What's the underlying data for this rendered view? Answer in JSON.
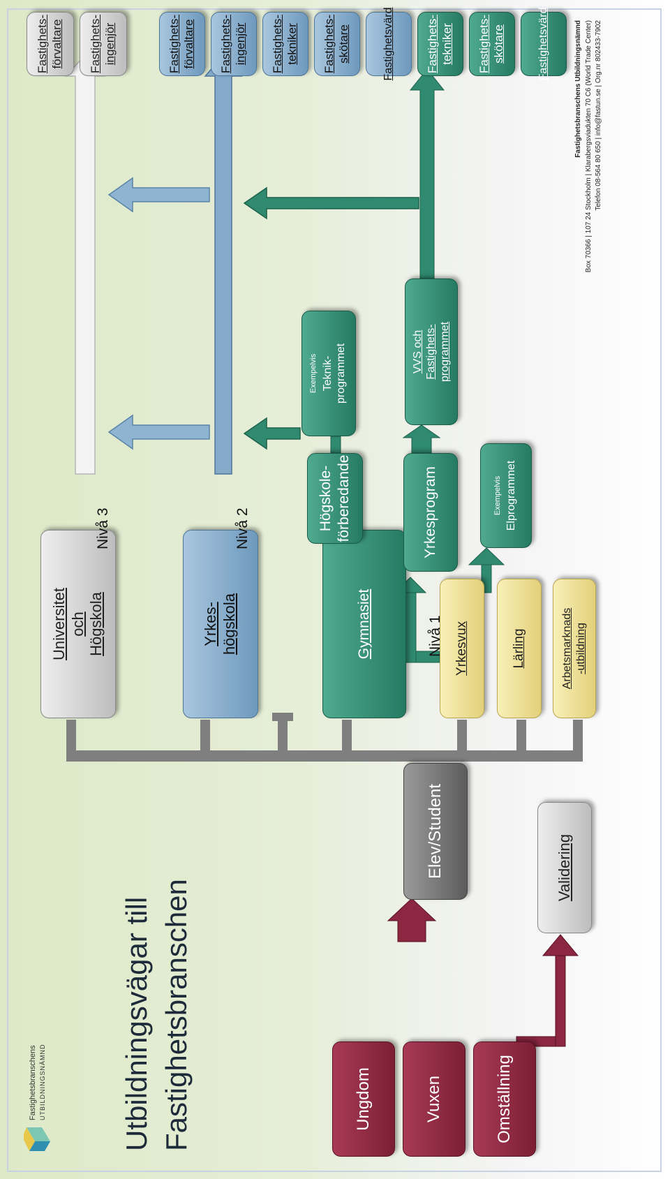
{
  "logo": {
    "line1": "Fastighetsbranschens",
    "line2": "UTBILDNINGSNÄMND"
  },
  "title": {
    "line1": "Utbildningsvägar till",
    "line2": "Fastighetsbranschen"
  },
  "sources": {
    "ungdom": "Ungdom",
    "vuxen": "Vuxen",
    "omstallning": "Omställning"
  },
  "entry": {
    "elev": "Elev/Student",
    "validering": "Validering"
  },
  "institutions": {
    "universitet": [
      "Universitet",
      "och",
      "Högskola"
    ],
    "yrkeshogskola": [
      "Yrkes-",
      "högskola"
    ],
    "gymnasiet": "Gymnasiet"
  },
  "adult": {
    "yrkesvux": "Yrkesvux",
    "larling": "Lärling",
    "arbetsmarknad": [
      "Arbetsmarknads",
      "-utbildning"
    ]
  },
  "programs": {
    "hogskoleforberedande": [
      "Högskole-",
      "förberedande"
    ],
    "teknik": {
      "note": "Exempelvis",
      "name": [
        "Teknik-",
        "programmet"
      ]
    },
    "yrkesprogram": "Yrkesprogram",
    "el": {
      "note": "Exempelvis",
      "name": "Elprogrammet"
    },
    "vvs": [
      "VVS och",
      "Fastighets-",
      "programmet"
    ]
  },
  "levels": {
    "n1": "Nivå 1",
    "n2": "Nivå 2",
    "n3": "Nivå 3"
  },
  "careers": {
    "level3": [
      [
        "Fastighets-",
        "förvaltare"
      ],
      [
        "Fastighets-",
        "ingenjör"
      ]
    ],
    "level2": [
      [
        "Fastighets-",
        "förvaltare"
      ],
      [
        "Fastighets-",
        "ingenjör"
      ],
      [
        "Fastighets-",
        "tekniker"
      ],
      [
        "Fastighets-",
        "skötare"
      ],
      [
        "Fastighetsvärd"
      ]
    ],
    "level1": [
      [
        "Fastighets-",
        "tekniker"
      ],
      [
        "Fastighets-",
        "skötare"
      ],
      [
        "Fastighetsvärd"
      ]
    ]
  },
  "footer": {
    "line1": "Fastighetsbranschens Utbildningsnämnd",
    "line2": "Box 70366 | 107 24 Stockholm | Klarabergsviadukten 70 C6 (World Trade Center)",
    "line3": "Telefon 08-564 80 650 | info@fastun.se | Org.nr 802433-7902"
  },
  "colors": {
    "maroon": "#8b2741",
    "gray": "#6f6f6f",
    "blue": "#84a9c9",
    "green": "#2f8a6f",
    "yellow": "#f1e39b"
  }
}
